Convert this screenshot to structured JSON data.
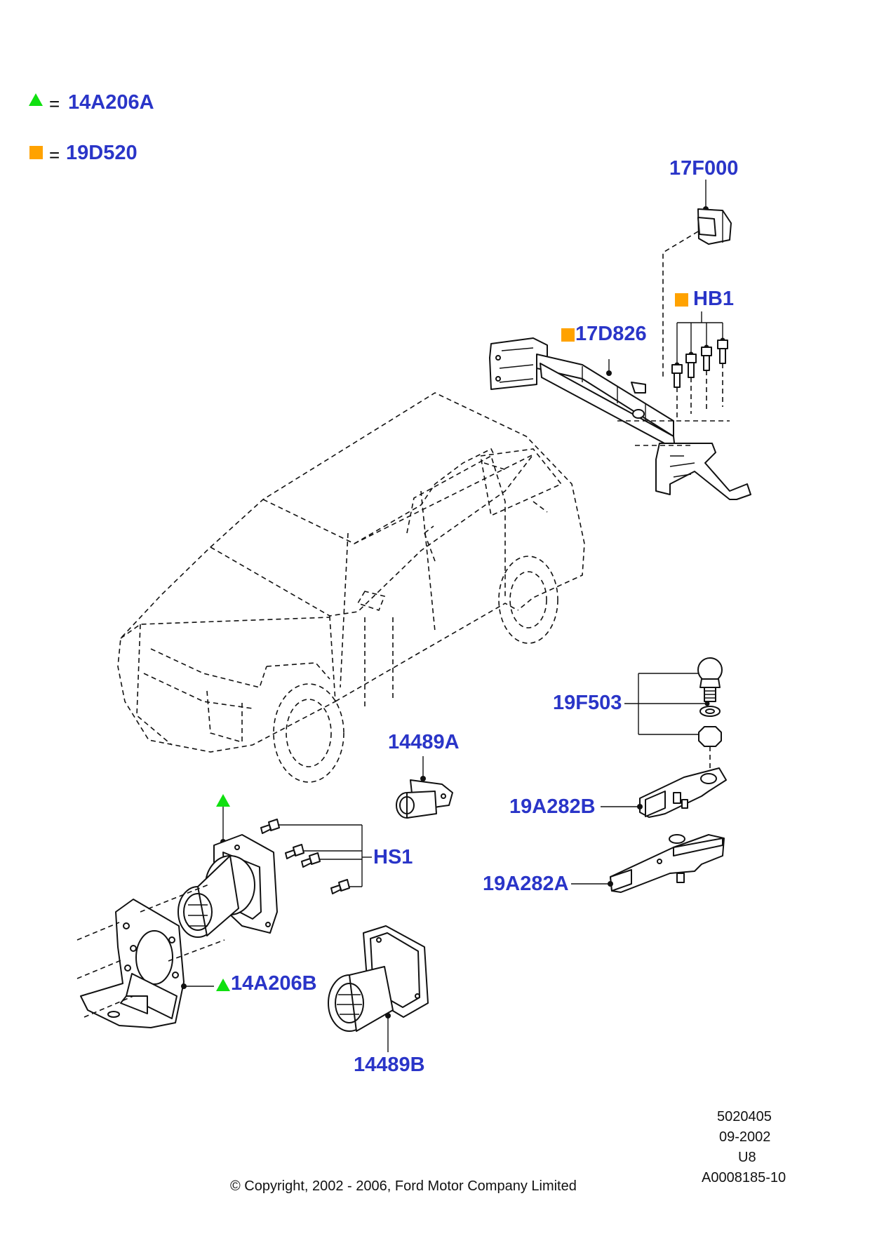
{
  "legend": {
    "triangle_item": {
      "equals": "=",
      "part": "14A206A",
      "color": "#10e010",
      "icon": "green-triangle-icon"
    },
    "square_item": {
      "equals": "=",
      "part": "19D520",
      "color": "#ffa200",
      "icon": "orange-square-icon"
    }
  },
  "callouts": {
    "p17F000": "17F000",
    "pHB1": "HB1",
    "p17D826": "17D826",
    "p19F503": "19F503",
    "p14489A": "14489A",
    "p19A282B": "19A282B",
    "pHS1": "HS1",
    "p19A282A": "19A282A",
    "p14A206B": "14A206B",
    "p14489B": "14489B"
  },
  "footer": {
    "ref_number": "5020405",
    "date": "09-2002",
    "code": "U8",
    "illustration_id": "A0008185-10",
    "copyright": "© Copyright, 2002 - 2006, Ford Motor Company Limited"
  },
  "colors": {
    "label": "#2a35c8",
    "triangle": "#10e010",
    "square": "#ffa200",
    "line": "#111111"
  }
}
